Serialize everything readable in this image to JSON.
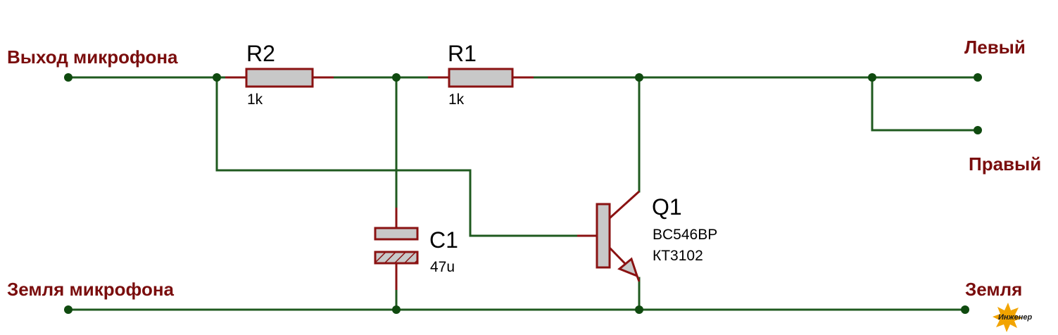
{
  "colors": {
    "wire": "#1f5a1f",
    "node": "#0f4a0f",
    "component_stroke": "#8a1212",
    "component_fill": "#c8c8c8",
    "label": "#7a0d0d",
    "text": "#000000",
    "logo": "#f2a400"
  },
  "labels": {
    "mic_out": "Выход микрофона",
    "mic_ground": "Земля микрофона",
    "left": "Левый",
    "right": "Правый",
    "ground": "Земля"
  },
  "components": {
    "r2": {
      "name": "R2",
      "value": "1k"
    },
    "r1": {
      "name": "R1",
      "value": "1k"
    },
    "c1": {
      "name": "C1",
      "value": "47u"
    },
    "q1": {
      "name": "Q1",
      "part1": "BC546BP",
      "part2": "КТ3102"
    }
  },
  "logo": {
    "text": "Инженер"
  }
}
